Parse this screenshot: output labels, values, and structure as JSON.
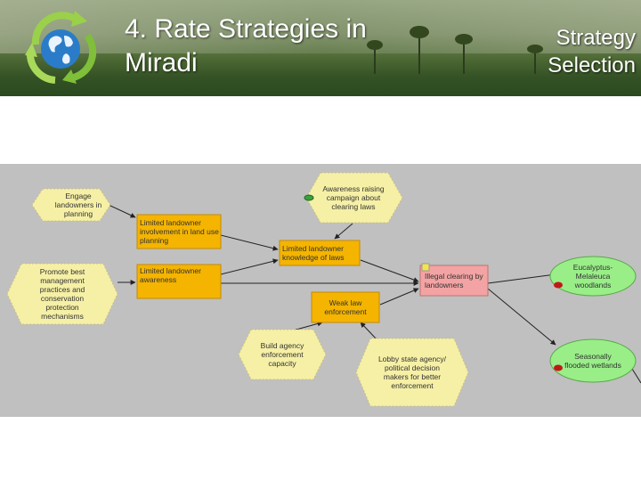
{
  "header": {
    "title": "4. Rate Strategies in Miradi",
    "subtitle": "Strategy Selection"
  },
  "diagram": {
    "strategies": {
      "engage": "Engage landowners in planning",
      "promote": "Promote best management practices and conservation protection mechanisms",
      "awareness_campaign": "Awareness raising campaign about clearing laws",
      "build_agency": "Build agency enforcement capacity",
      "lobby": "Lobby state agency/ political decision makers for better enforcement"
    },
    "factors": {
      "involvement": "Limited landowner involvement in land use planning",
      "knowledge": "Limited landowner knowledge of laws",
      "awareness": "Limited landowner awareness",
      "weak_law": "Weak law enforcement"
    },
    "threat": "Illegal clearing by landowners",
    "targets": {
      "eucalyptus": "Eucalyptus-Melaleuca woodlands",
      "wetlands": "Seasonally flooded wetlands"
    },
    "colors": {
      "strategy": "#f6f0a6",
      "factor": "#f4b400",
      "threat": "#f3a3a3",
      "target": "#99ee88",
      "canvas": "#c0c0c0"
    }
  }
}
